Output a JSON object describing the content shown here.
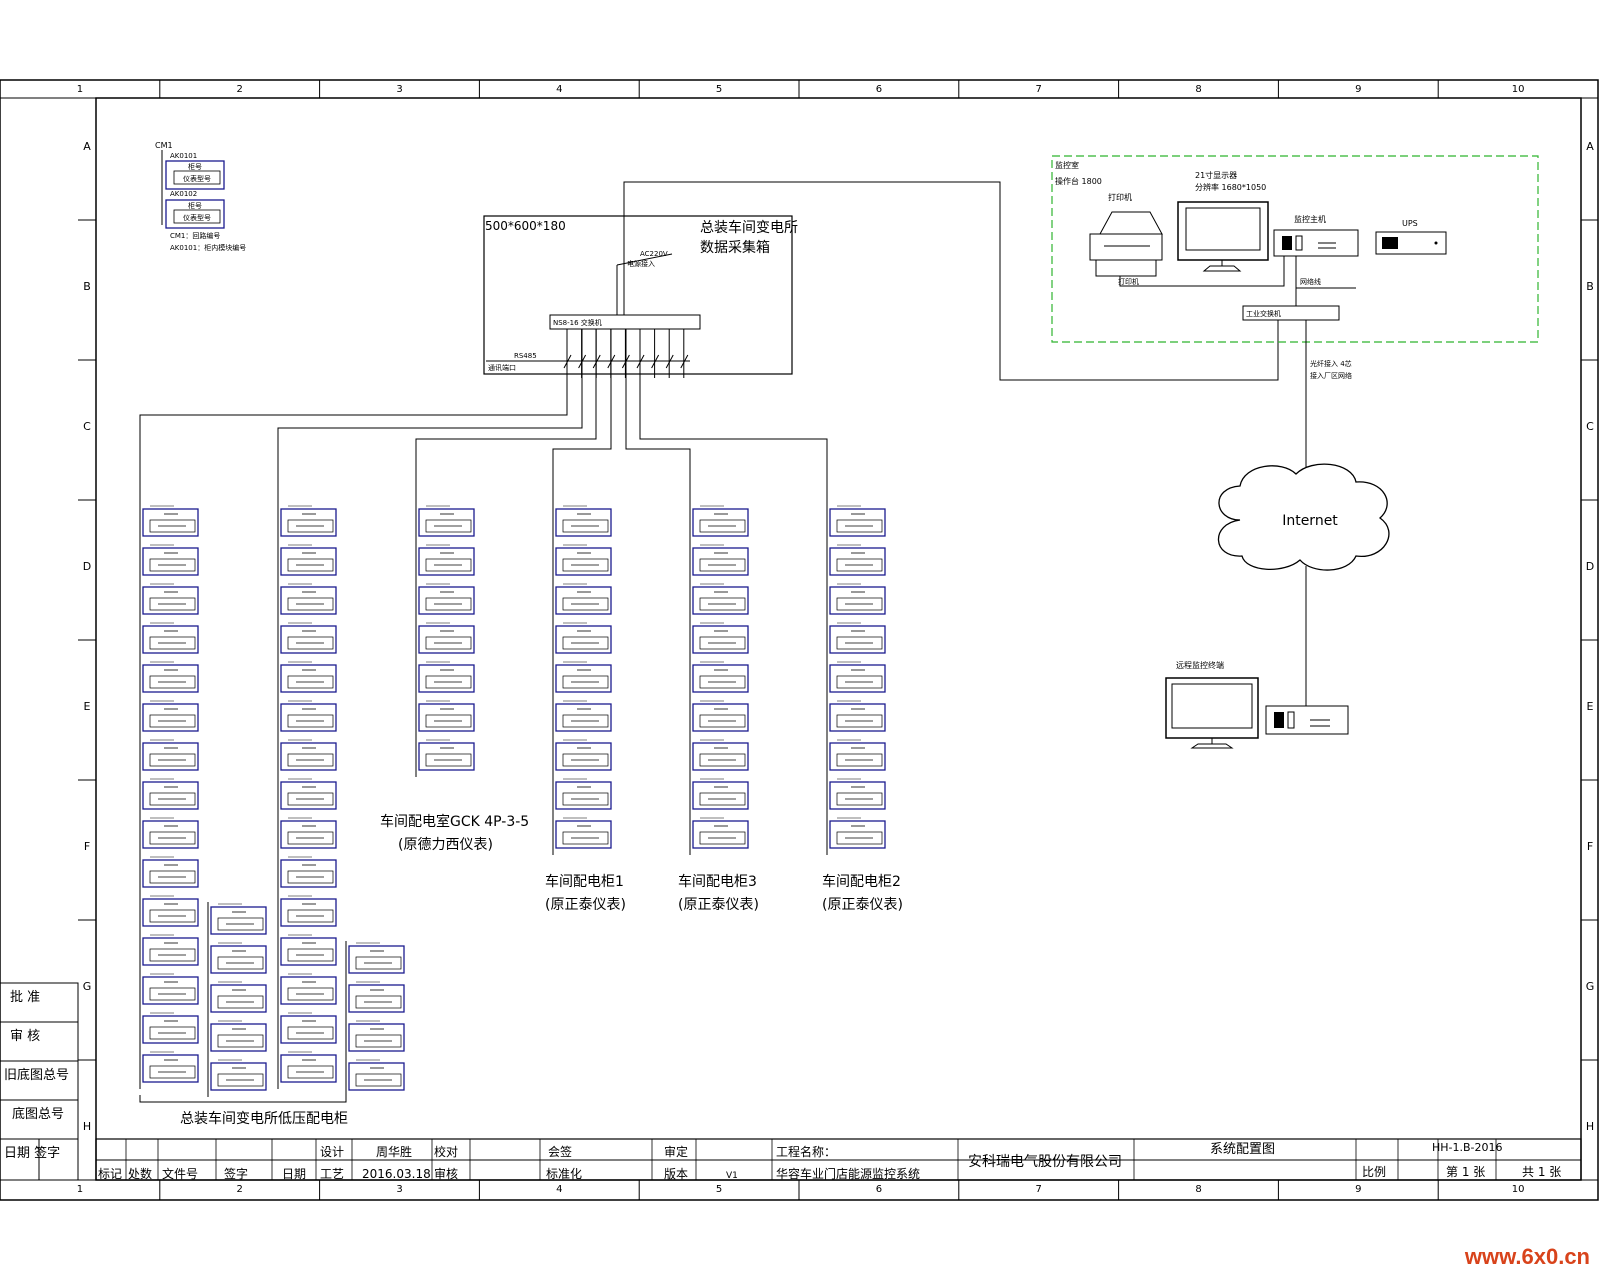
{
  "frame": {
    "col_numbers": [
      "1",
      "2",
      "3",
      "4",
      "5",
      "6",
      "7",
      "8",
      "9",
      "10"
    ],
    "row_letters": [
      "A",
      "B",
      "C",
      "D",
      "E",
      "F",
      "G",
      "H"
    ]
  },
  "legend": {
    "top_code": "CM1",
    "mid_code": "AK0101",
    "box_label": "柜号",
    "box_value": "仪表型号",
    "second_code": "AK0102",
    "note_1": "CM1：回路编号",
    "note_2": "AK0101：柜内模块编号"
  },
  "collector": {
    "size_label": "500*600*180",
    "title_line1": "总装车间变电所",
    "title_line2": "数据采集箱",
    "switch_label": "NS8-16 交换机",
    "power_label": "AC220V",
    "power_note": "电源接入",
    "terminal_label": "RS485",
    "terminal_note": "通讯端口"
  },
  "monitor_room": {
    "title": "监控室",
    "subtitle": "操作台 1800",
    "printer_label": "打印机",
    "screen_label": "21寸显示器",
    "screen_spec": "分辨率 1680*1050",
    "host_label": "监控主机",
    "ups_label": "UPS",
    "printer_note": "打印机",
    "switch_label": "工业交换机",
    "cable_note": "网络线"
  },
  "network": {
    "uplink_note_1": "光纤接入 4芯",
    "uplink_note_2": "接入厂区网络",
    "cloud_label": "Internet",
    "remote_label": "远程监控终端"
  },
  "cabinets": [
    {
      "label": "",
      "sub": ""
    },
    {
      "label": "",
      "sub": ""
    },
    {
      "label": "车间配电室GCK 4P-3-5",
      "sub": "(原德力西仪表)"
    },
    {
      "label": "车间配电柜1",
      "sub": "(原正泰仪表)"
    },
    {
      "label": "车间配电柜3",
      "sub": "(原正泰仪表)"
    },
    {
      "label": "车间配电柜2",
      "sub": "(原正泰仪表)"
    }
  ],
  "cabinet_group_label": "总装车间变电所低压配电柜",
  "left_block": {
    "items": [
      "批  准",
      "审  核",
      "旧底图总号",
      "底图总号",
      "日期  签字"
    ]
  },
  "title_block": {
    "revision_labels": [
      "标记",
      "处数",
      "文件号",
      "签字",
      "日期"
    ],
    "design_label": "设计",
    "designer": "周华胜",
    "proof_label": "校对",
    "craft_label": "工艺",
    "date": "2016.03.18",
    "check_label": "审核",
    "meeting_label": "会签",
    "standard_label": "标准化",
    "approve_label": "审定",
    "version_label": "版本",
    "version_value": "V1",
    "project_label": "工程名称：",
    "project_name": "华容车业门店能源监控系统",
    "company": "安科瑞电气股份有限公司",
    "drawing_title": "系统配置图",
    "drawing_no": "HH-1.B-2016",
    "scale_label": "比例",
    "sheet_label": "第 1 张",
    "total_label": "共 1 张"
  },
  "watermark": "www.6x0.cn"
}
